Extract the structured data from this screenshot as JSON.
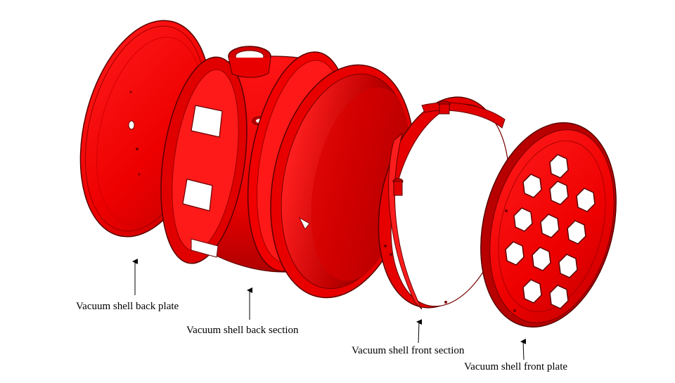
{
  "labels": {
    "back_plate": "Vacuum shell back plate",
    "back_section": "Vacuum shell back section",
    "front_section": "Vacuum shell front section",
    "front_plate": "Vacuum shell front plate"
  },
  "colors": {
    "part_red": "#ff0d0d",
    "part_dark_red": "#b00000",
    "part_shadow": "#8a0000",
    "edge": "#5a0000",
    "background": "#ffffff",
    "text": "#000000"
  }
}
